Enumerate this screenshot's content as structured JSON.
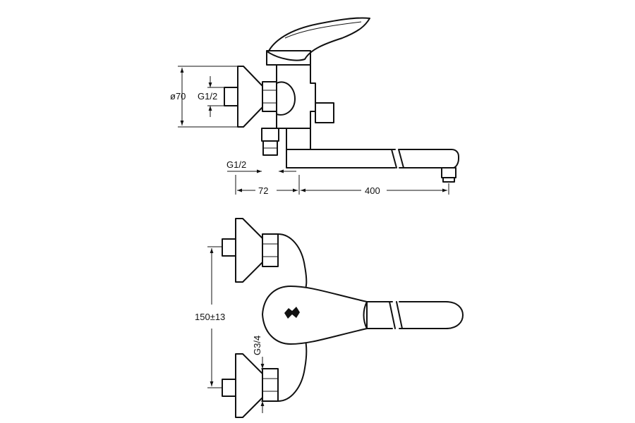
{
  "dimensions": {
    "flange_diameter": "ø70",
    "inlet_thread_top": "G1/2",
    "inlet_thread_side": "G1/2",
    "offset_inlet": "72",
    "spout_reach": "400",
    "centre_distance": "150±13",
    "connection_thread": "G3/4"
  }
}
